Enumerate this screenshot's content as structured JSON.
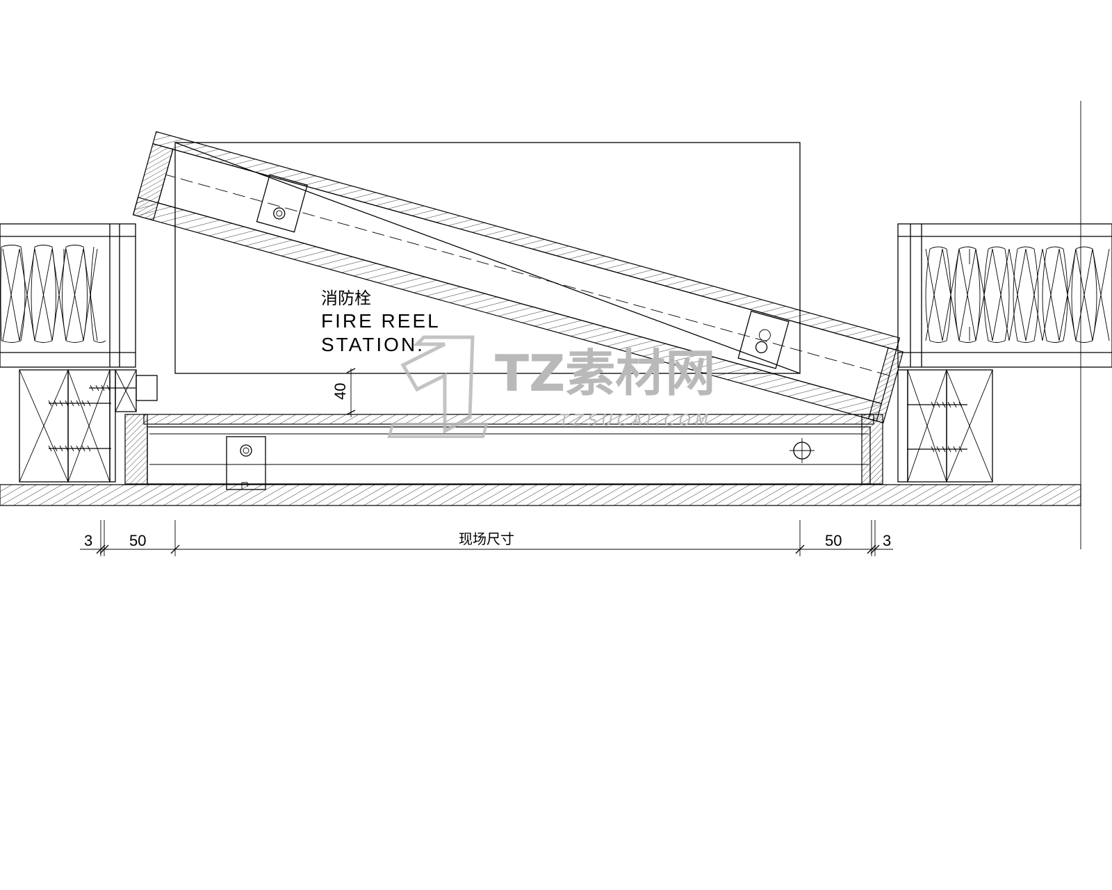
{
  "label": {
    "cn": "消防栓",
    "en_line1": "FIRE REEL",
    "en_line2": "STATION."
  },
  "dimensions": {
    "gap_vertical": "40",
    "left_joint": "3",
    "left_offset": "50",
    "site_size": "现场尺寸",
    "right_offset": "50",
    "right_joint": "3"
  },
  "watermark": {
    "brand": "TZ素材网",
    "url": "TZSUCAI.COM"
  },
  "colors": {
    "line": "#000000",
    "watermark": "#b9b9b9"
  }
}
